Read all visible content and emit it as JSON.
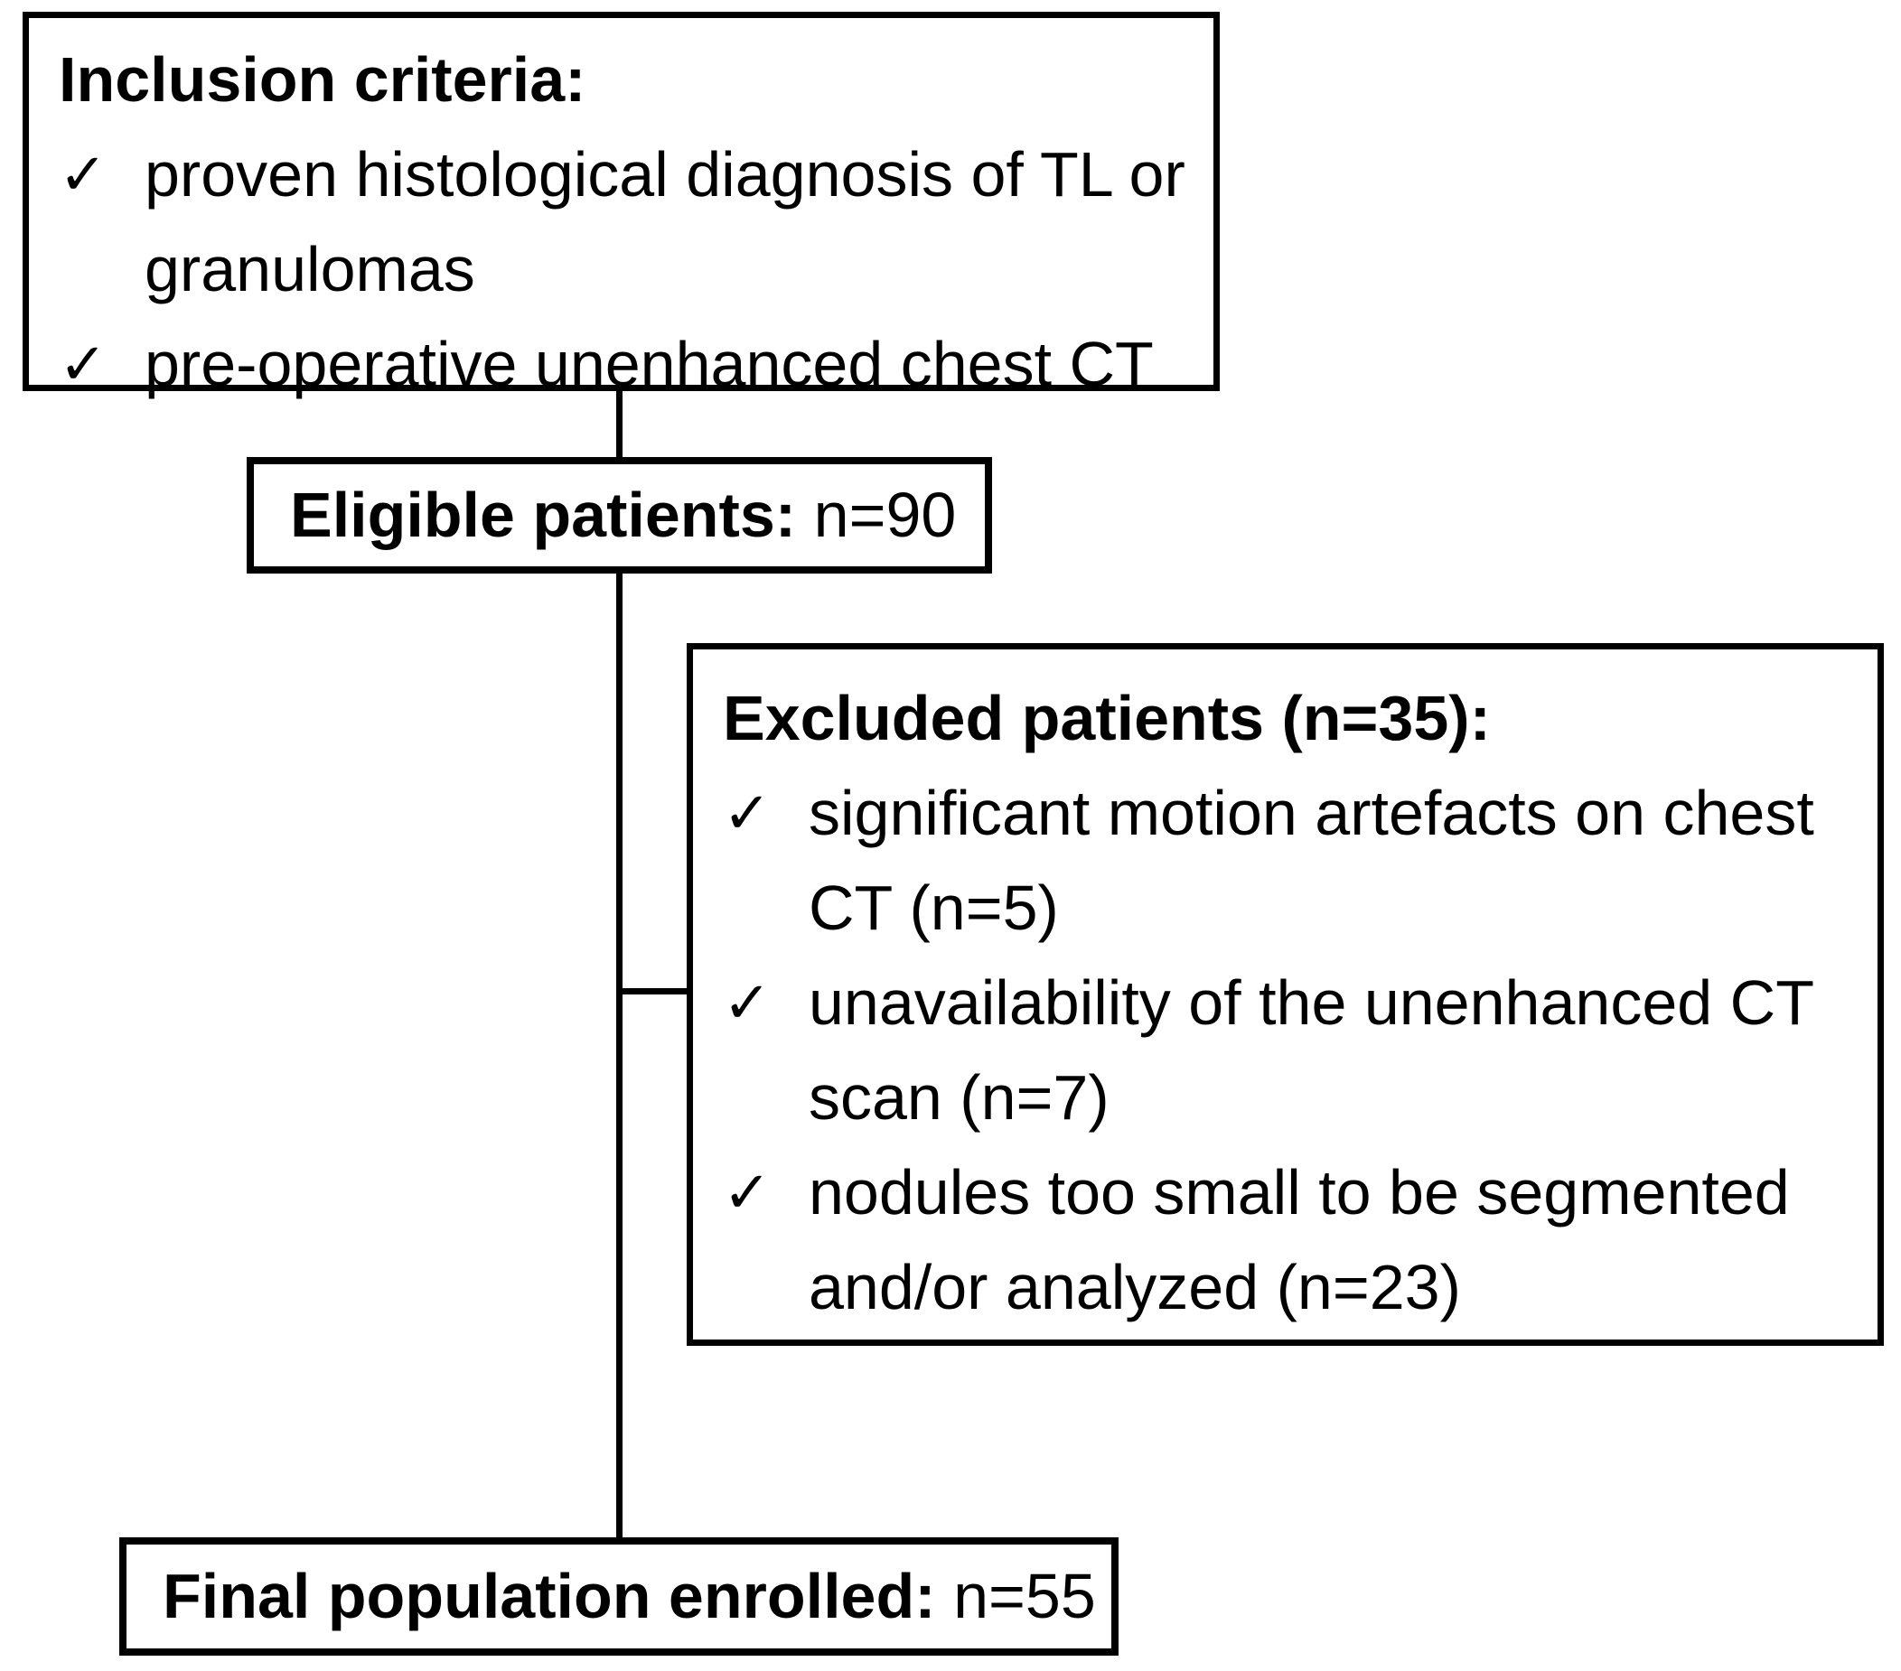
{
  "figure": {
    "background_color": "#ffffff",
    "line_color": "#000000",
    "text_color": "#000000",
    "bullet_glyph": "✓"
  },
  "boxes": {
    "inclusion": {
      "title": "Inclusion criteria:",
      "bullet": "✓",
      "items": [
        "proven histological diagnosis of TL or granulomas",
        "pre-operative unenhanced chest CT"
      ]
    },
    "eligible": {
      "label": "Eligible patients:",
      "value": "n=90"
    },
    "excluded": {
      "title": "Excluded patients (n=35):",
      "bullet": "✓",
      "items": [
        "significant motion artefacts on chest CT (n=5)",
        "unavailability of the unenhanced CT scan (n=7)",
        "nodules too small to be segmented and/or analyzed (n=23)"
      ]
    },
    "final": {
      "label": "Final population enrolled:",
      "value": "n=55"
    }
  }
}
